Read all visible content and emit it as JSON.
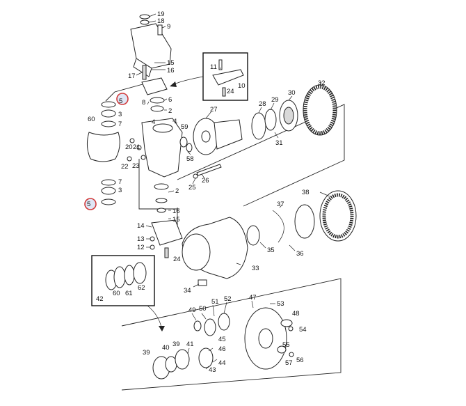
{
  "labels": {
    "p1": "1",
    "p2": "2",
    "p2b": "2",
    "p3": "3",
    "p3b": "3",
    "p4": "4",
    "p5": "5",
    "p6": "6",
    "p7": "7",
    "p7b": "7",
    "p8": "8",
    "p9": "9",
    "p10": "10",
    "p11": "11",
    "p12": "12",
    "p13": "13",
    "p14": "14",
    "p15": "15",
    "p15b": "15",
    "p16": "16",
    "p16b": "16",
    "p17": "17",
    "p18": "18",
    "p19": "19",
    "p20": "20",
    "p21": "21",
    "p22": "22",
    "p23": "23",
    "p24": "24",
    "p24b": "24",
    "p25": "25",
    "p26": "26",
    "p27": "27",
    "p28": "28",
    "p29": "29",
    "p30": "30",
    "p31": "31",
    "p32": "32",
    "p33": "33",
    "p34": "34",
    "p35": "35",
    "p36": "36",
    "p37": "37",
    "p38": "38",
    "p39": "39",
    "p39b": "39",
    "p40": "40",
    "p41": "41",
    "p42": "42",
    "p43": "43",
    "p44": "44",
    "p45": "45",
    "p46": "46",
    "p47": "47",
    "p48": "48",
    "p49": "49",
    "p50": "50",
    "p51": "51",
    "p52": "52",
    "p53": "53",
    "p54": "54",
    "p55": "55",
    "p56": "56",
    "p57": "57",
    "p58": "58",
    "p59": "59",
    "p60": "60",
    "p60b": "60",
    "p61": "61",
    "p62": "62"
  },
  "highlighted": {
    "upper_badge": "5",
    "lower_badge": "5",
    "ring_color": "#d23a3a",
    "fill_color": "#dfe6f5"
  }
}
